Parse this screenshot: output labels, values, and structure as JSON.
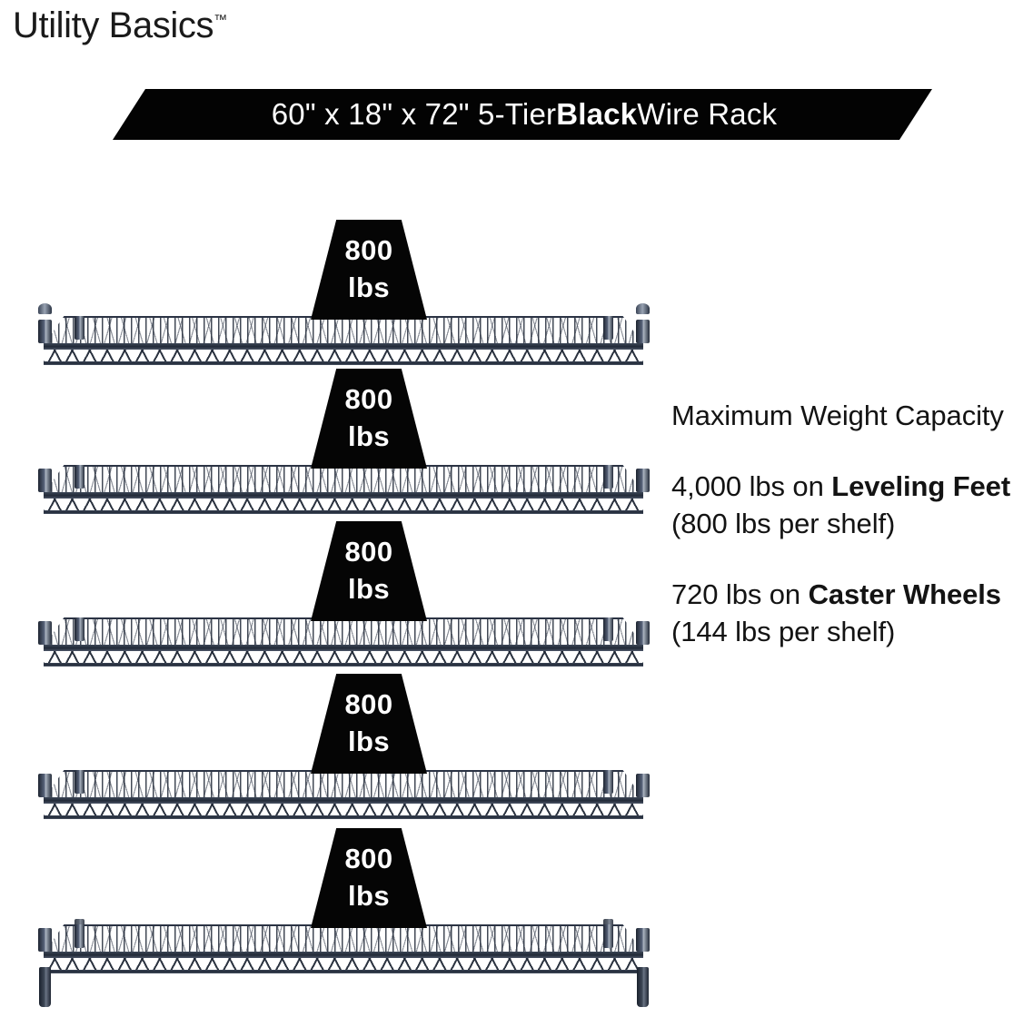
{
  "brand": {
    "name": "Utility Basics",
    "trademark": "™"
  },
  "banner": {
    "dimensions": "60\" x 18\" x 72\"",
    "tiers": "5-Tier",
    "color_word": "Black",
    "product": "Wire Rack",
    "full_text_prefix": "60\" x 18\" x 72\" 5-Tier ",
    "full_text_suffix": " Wire Rack",
    "background_color": "#030303",
    "text_color": "#ffffff"
  },
  "copy": {
    "heading": "Maximum Weight Capacity",
    "leveling": {
      "lead": "4,000 lbs on ",
      "emphasis": "Leveling Feet",
      "tail": " (800 lbs per shelf)"
    },
    "caster": {
      "lead": "720 lbs on ",
      "emphasis": "Caster Wheels",
      "tail": " (144 lbs per shelf)"
    }
  },
  "rack": {
    "shelf_count": 5,
    "post_color": "#2b3344",
    "badges": [
      {
        "num": "800",
        "unit": "lbs"
      },
      {
        "num": "800",
        "unit": "lbs"
      },
      {
        "num": "800",
        "unit": "lbs"
      },
      {
        "num": "800",
        "unit": "lbs"
      },
      {
        "num": "800",
        "unit": "lbs"
      }
    ]
  }
}
